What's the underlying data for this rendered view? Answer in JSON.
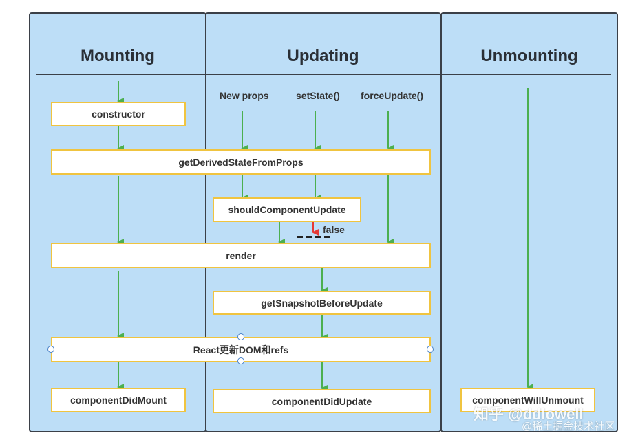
{
  "phases": {
    "mounting": "Mounting",
    "updating": "Updating",
    "unmounting": "Unmounting"
  },
  "triggers": {
    "new_props": "New props",
    "set_state": "setState()",
    "force_update": "forceUpdate()"
  },
  "methods": {
    "constructor": "constructor",
    "get_derived_state": "getDerivedStateFromProps",
    "should_component_update": "shouldComponentUpdate",
    "render": "render",
    "get_snapshot": "getSnapshotBeforeUpdate",
    "react_update_dom": "React更新DOM和refs",
    "component_did_mount": "componentDidMount",
    "component_did_update": "componentDidUpdate",
    "component_will_unmount": "componentWillUnmount"
  },
  "false_label": "false",
  "watermark": {
    "zhihu": "知乎 @ddlowell",
    "juejin": "@稀土掘金技术社区"
  },
  "colors": {
    "panel_bg": "#bddef7",
    "box_border": "#f0c440",
    "arrow_green": "#4caf50",
    "arrow_red": "#e53935"
  }
}
